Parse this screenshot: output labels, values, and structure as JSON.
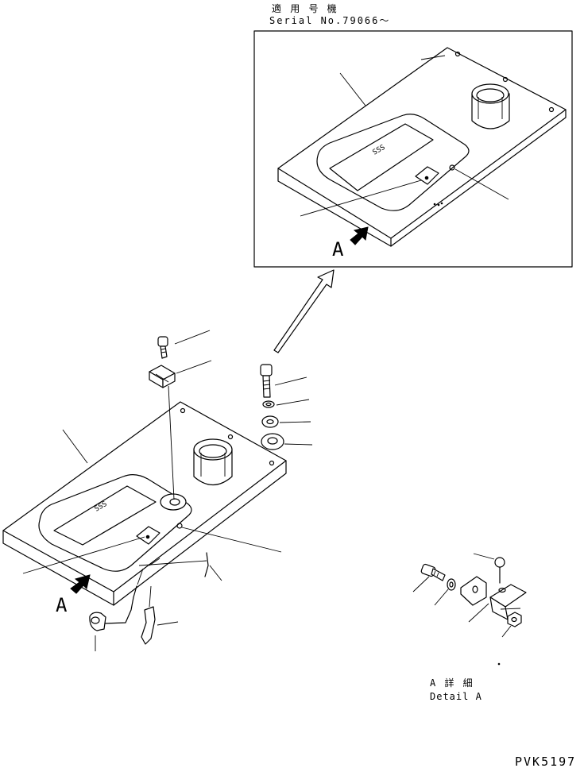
{
  "inset": {
    "title_jp": "適 用 号 機",
    "serial": "Serial No.79066～",
    "arrow_letter": "A"
  },
  "main": {
    "arrow_letter": "A"
  },
  "detail": {
    "caption_jp": "A  詳 細",
    "caption_en": "Detail A"
  },
  "drawing_code": "PVK5197",
  "colors": {
    "ink": "#000000",
    "paper": "#ffffff"
  }
}
